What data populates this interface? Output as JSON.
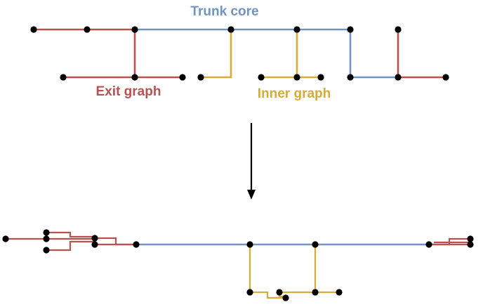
{
  "labels": {
    "trunk": "Trunk core",
    "exit": "Exit graph",
    "inner": "Inner graph"
  },
  "colors": {
    "trunk": "#7393c1",
    "exit": "#b85150",
    "inner": "#d6ac38",
    "node": "#000000",
    "arrow": "#000000"
  }
}
